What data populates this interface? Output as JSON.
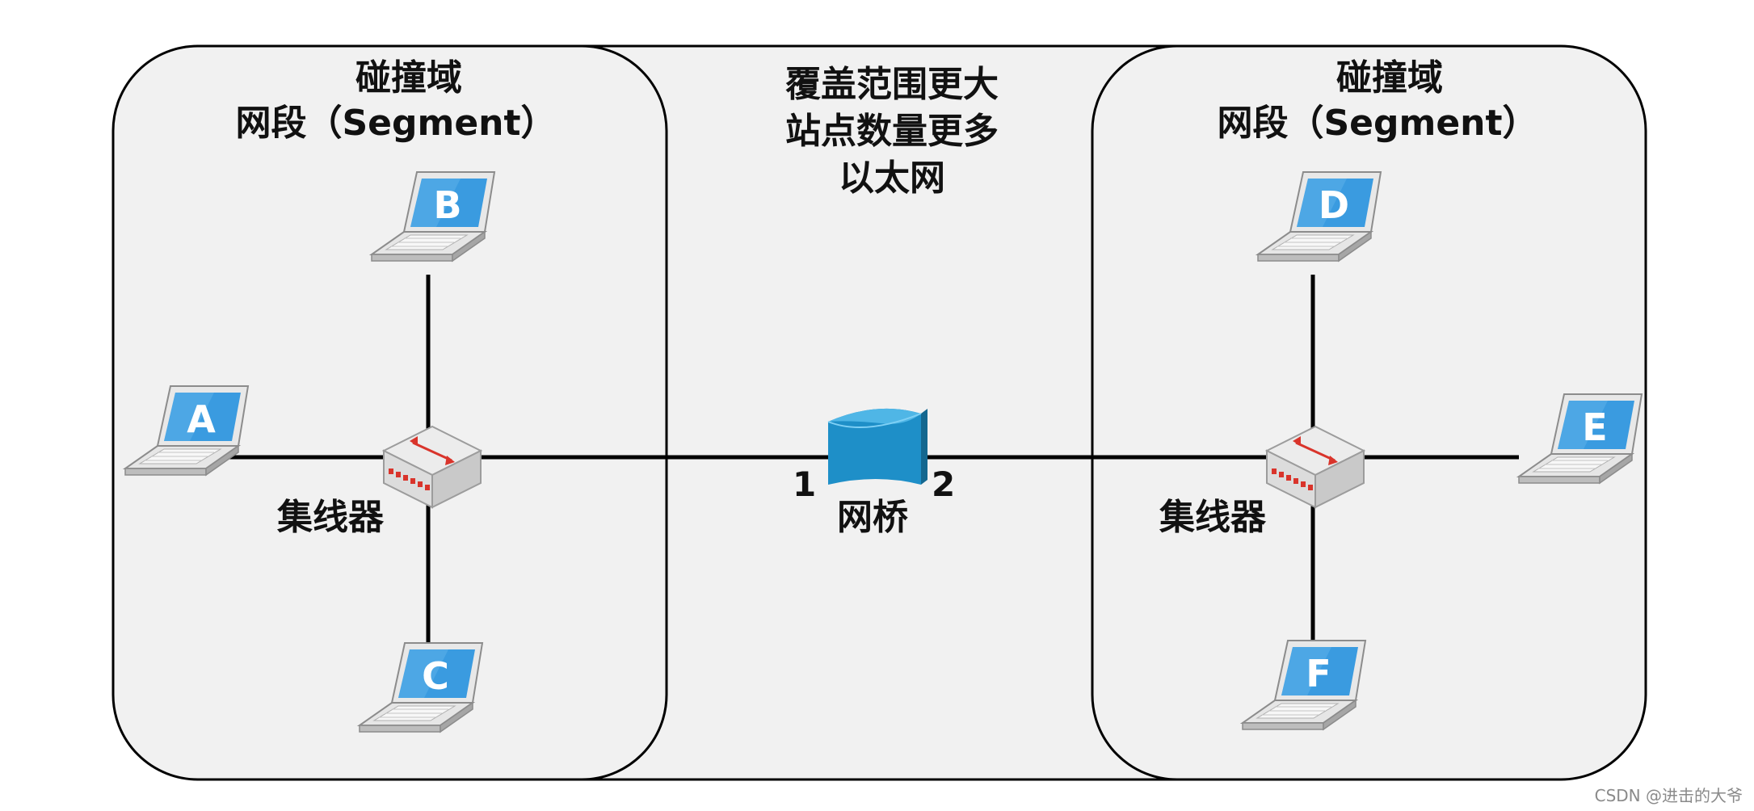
{
  "left_domain": {
    "title": "碰撞域",
    "subtitle": "网段（Segment）",
    "hub_label": "集线器"
  },
  "right_domain": {
    "title": "碰撞域",
    "subtitle": "网段（Segment）",
    "hub_label": "集线器"
  },
  "center_text": [
    "覆盖范围更大",
    "站点数量更多",
    "以太网"
  ],
  "bridge": {
    "label": "网桥",
    "port_left": "1",
    "port_right": "2"
  },
  "laptops": {
    "a": "A",
    "b": "B",
    "c": "C",
    "d": "D",
    "e": "E",
    "f": "F"
  },
  "watermark": "CSDN @进击的大爷",
  "colors": {
    "domain_fill": "#f1f1f1",
    "screen": "#3a9be0",
    "bridge": "#1e8fc8",
    "hub_port": "#d9342b"
  }
}
